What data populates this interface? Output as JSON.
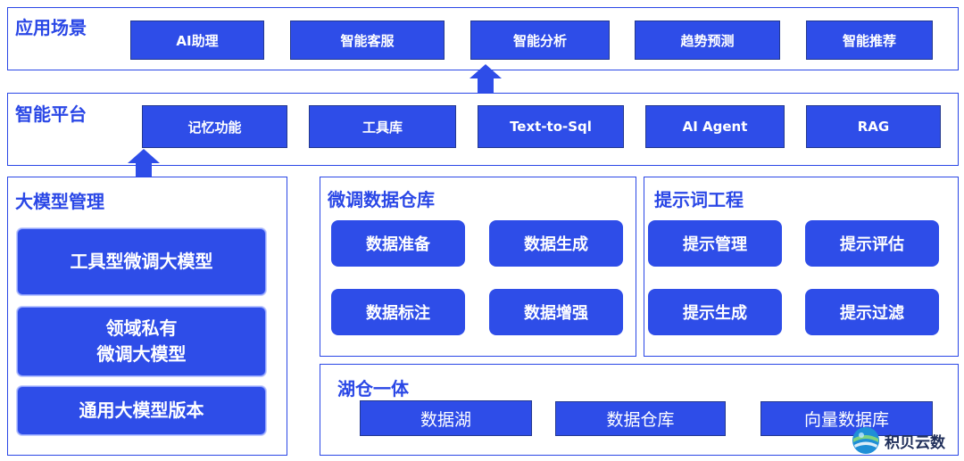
{
  "application": {
    "title": "应用场景",
    "items": [
      "AI助理",
      "智能客服",
      "智能分析",
      "趋势预测",
      "智能推荐"
    ]
  },
  "platform": {
    "title": "智能平台",
    "items": [
      "记忆功能",
      "工具库",
      "Text-to-Sql",
      "AI Agent",
      "RAG"
    ]
  },
  "model_mgmt": {
    "title": "大模型管理",
    "items": [
      "工具型微调大模型",
      "领域私有\n微调大模型",
      "通用大模型版本"
    ]
  },
  "finetune_warehouse": {
    "title": "微调数据仓库",
    "items": [
      "数据准备",
      "数据生成",
      "数据标注",
      "数据增强"
    ]
  },
  "prompt_eng": {
    "title": "提示词工程",
    "items": [
      "提示管理",
      "提示评估",
      "提示生成",
      "提示过滤"
    ]
  },
  "lakehouse": {
    "title": "湖仓一体",
    "items": [
      "数据湖",
      "数据仓库",
      "向量数据库"
    ]
  },
  "logo": {
    "text": "积贝云数",
    "icon": "globe-logo-icon"
  },
  "colors": {
    "accent": "#2e4de8",
    "border": "#2a47e6",
    "title": "#2a47e6"
  }
}
